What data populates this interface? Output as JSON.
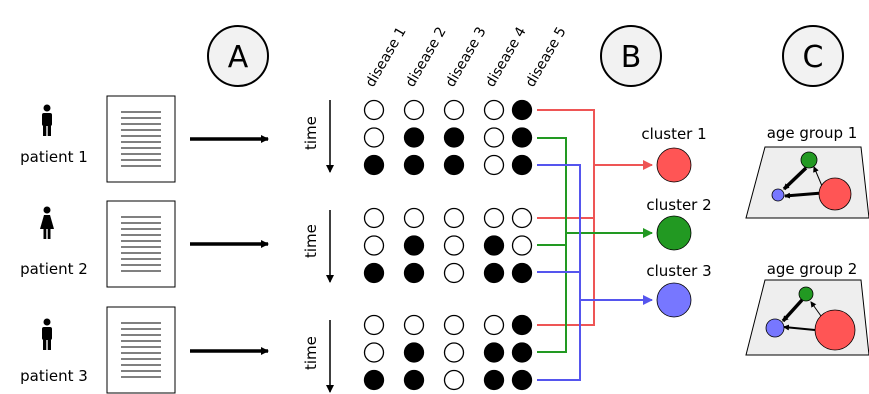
{
  "panels": {
    "a": "A",
    "b": "B",
    "c": "C"
  },
  "diseases": [
    "disease 1",
    "disease 2",
    "disease 3",
    "disease 4",
    "disease 5"
  ],
  "time_label": "time",
  "patients": [
    {
      "label": "patient 1",
      "sex": "male",
      "icon": "male-person-icon",
      "matrix": [
        [
          0,
          0,
          0,
          0,
          1
        ],
        [
          0,
          1,
          1,
          0,
          1
        ],
        [
          1,
          1,
          1,
          0,
          1
        ]
      ]
    },
    {
      "label": "patient 2",
      "sex": "female",
      "icon": "female-person-icon",
      "matrix": [
        [
          0,
          0,
          0,
          0,
          0
        ],
        [
          0,
          1,
          0,
          1,
          0
        ],
        [
          1,
          1,
          0,
          1,
          1
        ]
      ]
    },
    {
      "label": "patient 3",
      "sex": "male",
      "icon": "male-person-icon",
      "matrix": [
        [
          0,
          0,
          0,
          0,
          1
        ],
        [
          0,
          1,
          0,
          1,
          1
        ],
        [
          1,
          1,
          0,
          1,
          1
        ]
      ]
    }
  ],
  "clusters": [
    {
      "label": "cluster 1",
      "color": "#ff5555"
    },
    {
      "label": "cluster 2",
      "color": "#229922"
    },
    {
      "label": "cluster 3",
      "color": "#7777ff"
    }
  ],
  "assignment_colors": [
    "#ee5555",
    "#229922",
    "#5555ee"
  ],
  "age_groups": [
    {
      "label": "age group 1"
    },
    {
      "label": "age group 2"
    }
  ],
  "colors": {
    "graph_plane": "#eeeeee",
    "cluster_1": "#ff5555",
    "cluster_2": "#229922",
    "cluster_3": "#7777ff"
  }
}
